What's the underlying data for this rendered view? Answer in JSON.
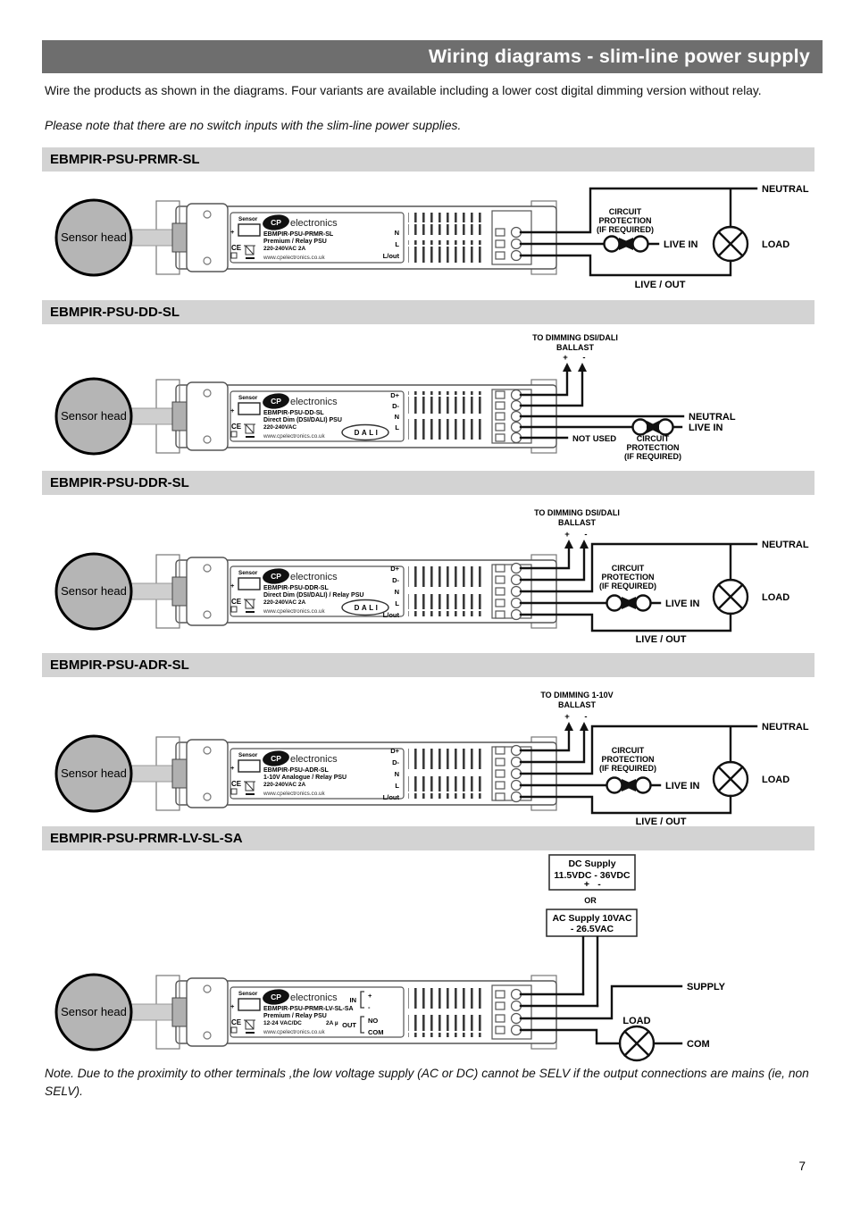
{
  "page": {
    "title": "Wiring diagrams - slim-line power supply",
    "intro": "Wire the products as shown in the diagrams. Four variants are available including a lower cost digital dimming version without relay.",
    "intro_note": "Please note that there are no switch inputs with the slim-line power supplies.",
    "footnote": "Note. Due to the proximity to other terminals ,the low voltage supply (AC or DC) cannot be SELV if the output connections are mains (ie, non SELV).",
    "page_number": "7"
  },
  "common": {
    "sensor_head": "Sensor head",
    "sensor": "Sensor",
    "cp": "CP",
    "electronics": "electronics",
    "url": "www.cpelectronics.co.uk",
    "ce": "CE",
    "dali": "DALI",
    "neutral": "NEUTRAL",
    "live_in": "LIVE IN",
    "load": "LOAD",
    "live_out": "LIVE / OUT",
    "cp1": "CIRCUIT",
    "cp2": "PROTECTION",
    "cp3": "(IF REQUIRED)",
    "ballast": "BALLAST",
    "plus": "+",
    "minus": "-",
    "not_used": "NOT USED"
  },
  "s1": {
    "header": "EBMPIR-PSU-PRMR-SL",
    "model": "EBMPIR-PSU-PRMR-SL",
    "desc": "Premium / Relay PSU",
    "rating": "220-240VAC 2A",
    "t1": "N",
    "t2": "L",
    "t3": "L/out"
  },
  "s2": {
    "header": "EBMPIR-PSU-DD-SL",
    "model": "EBMPIR-PSU-DD-SL",
    "desc": "Direct Dim (DSI/DALI) PSU",
    "rating": "220-240VAC",
    "ballast_line": "TO DIMMING DSI/DALI",
    "t1": "D+",
    "t2": "D-",
    "t3": "N",
    "t4": "L"
  },
  "s3": {
    "header": "EBMPIR-PSU-DDR-SL",
    "model": "EBMPIR-PSU-DDR-SL",
    "desc": "Direct Dim (DSI/DALI) / Relay PSU",
    "rating": "220-240VAC 2A",
    "ballast_line": "TO DIMMING DSI/DALI",
    "t1": "D+",
    "t2": "D-",
    "t3": "N",
    "t4": "L",
    "t5": "L/out"
  },
  "s4": {
    "header": "EBMPIR-PSU-ADR-SL",
    "model": "EBMPIR-PSU-ADR-SL",
    "desc": "1-10V Analogue / Relay PSU",
    "rating": "220-240VAC 2A",
    "ballast_line": "TO DIMMING 1-10V",
    "t1": "D+",
    "t2": "D-",
    "t3": "N",
    "t4": "L",
    "t5": "L/out"
  },
  "s5": {
    "header": "EBMPIR-PSU-PRMR-LV-SL-SA",
    "model": "EBMPIR-PSU-PRMR-LV-SL-SA",
    "desc": "Premium / Relay PSU",
    "rating": "12-24 VAC/DC",
    "rating2": "2A µ",
    "in_label": "IN",
    "out_label": "OUT",
    "t1": "+",
    "t2": "-",
    "t3": "NO",
    "t4": "COM",
    "dc1": "DC Supply",
    "dc2": "11.5VDC - 36VDC",
    "or_label": "OR",
    "ac1": "AC Supply 10VAC",
    "ac2": "- 26.5VAC",
    "supply": "SUPPLY",
    "load": "LOAD",
    "com": "COM"
  },
  "colors": {
    "title_bar": "#6e6e6e",
    "section_bar": "#d3d3d3",
    "sensor_fill": "#b5b5b5"
  }
}
